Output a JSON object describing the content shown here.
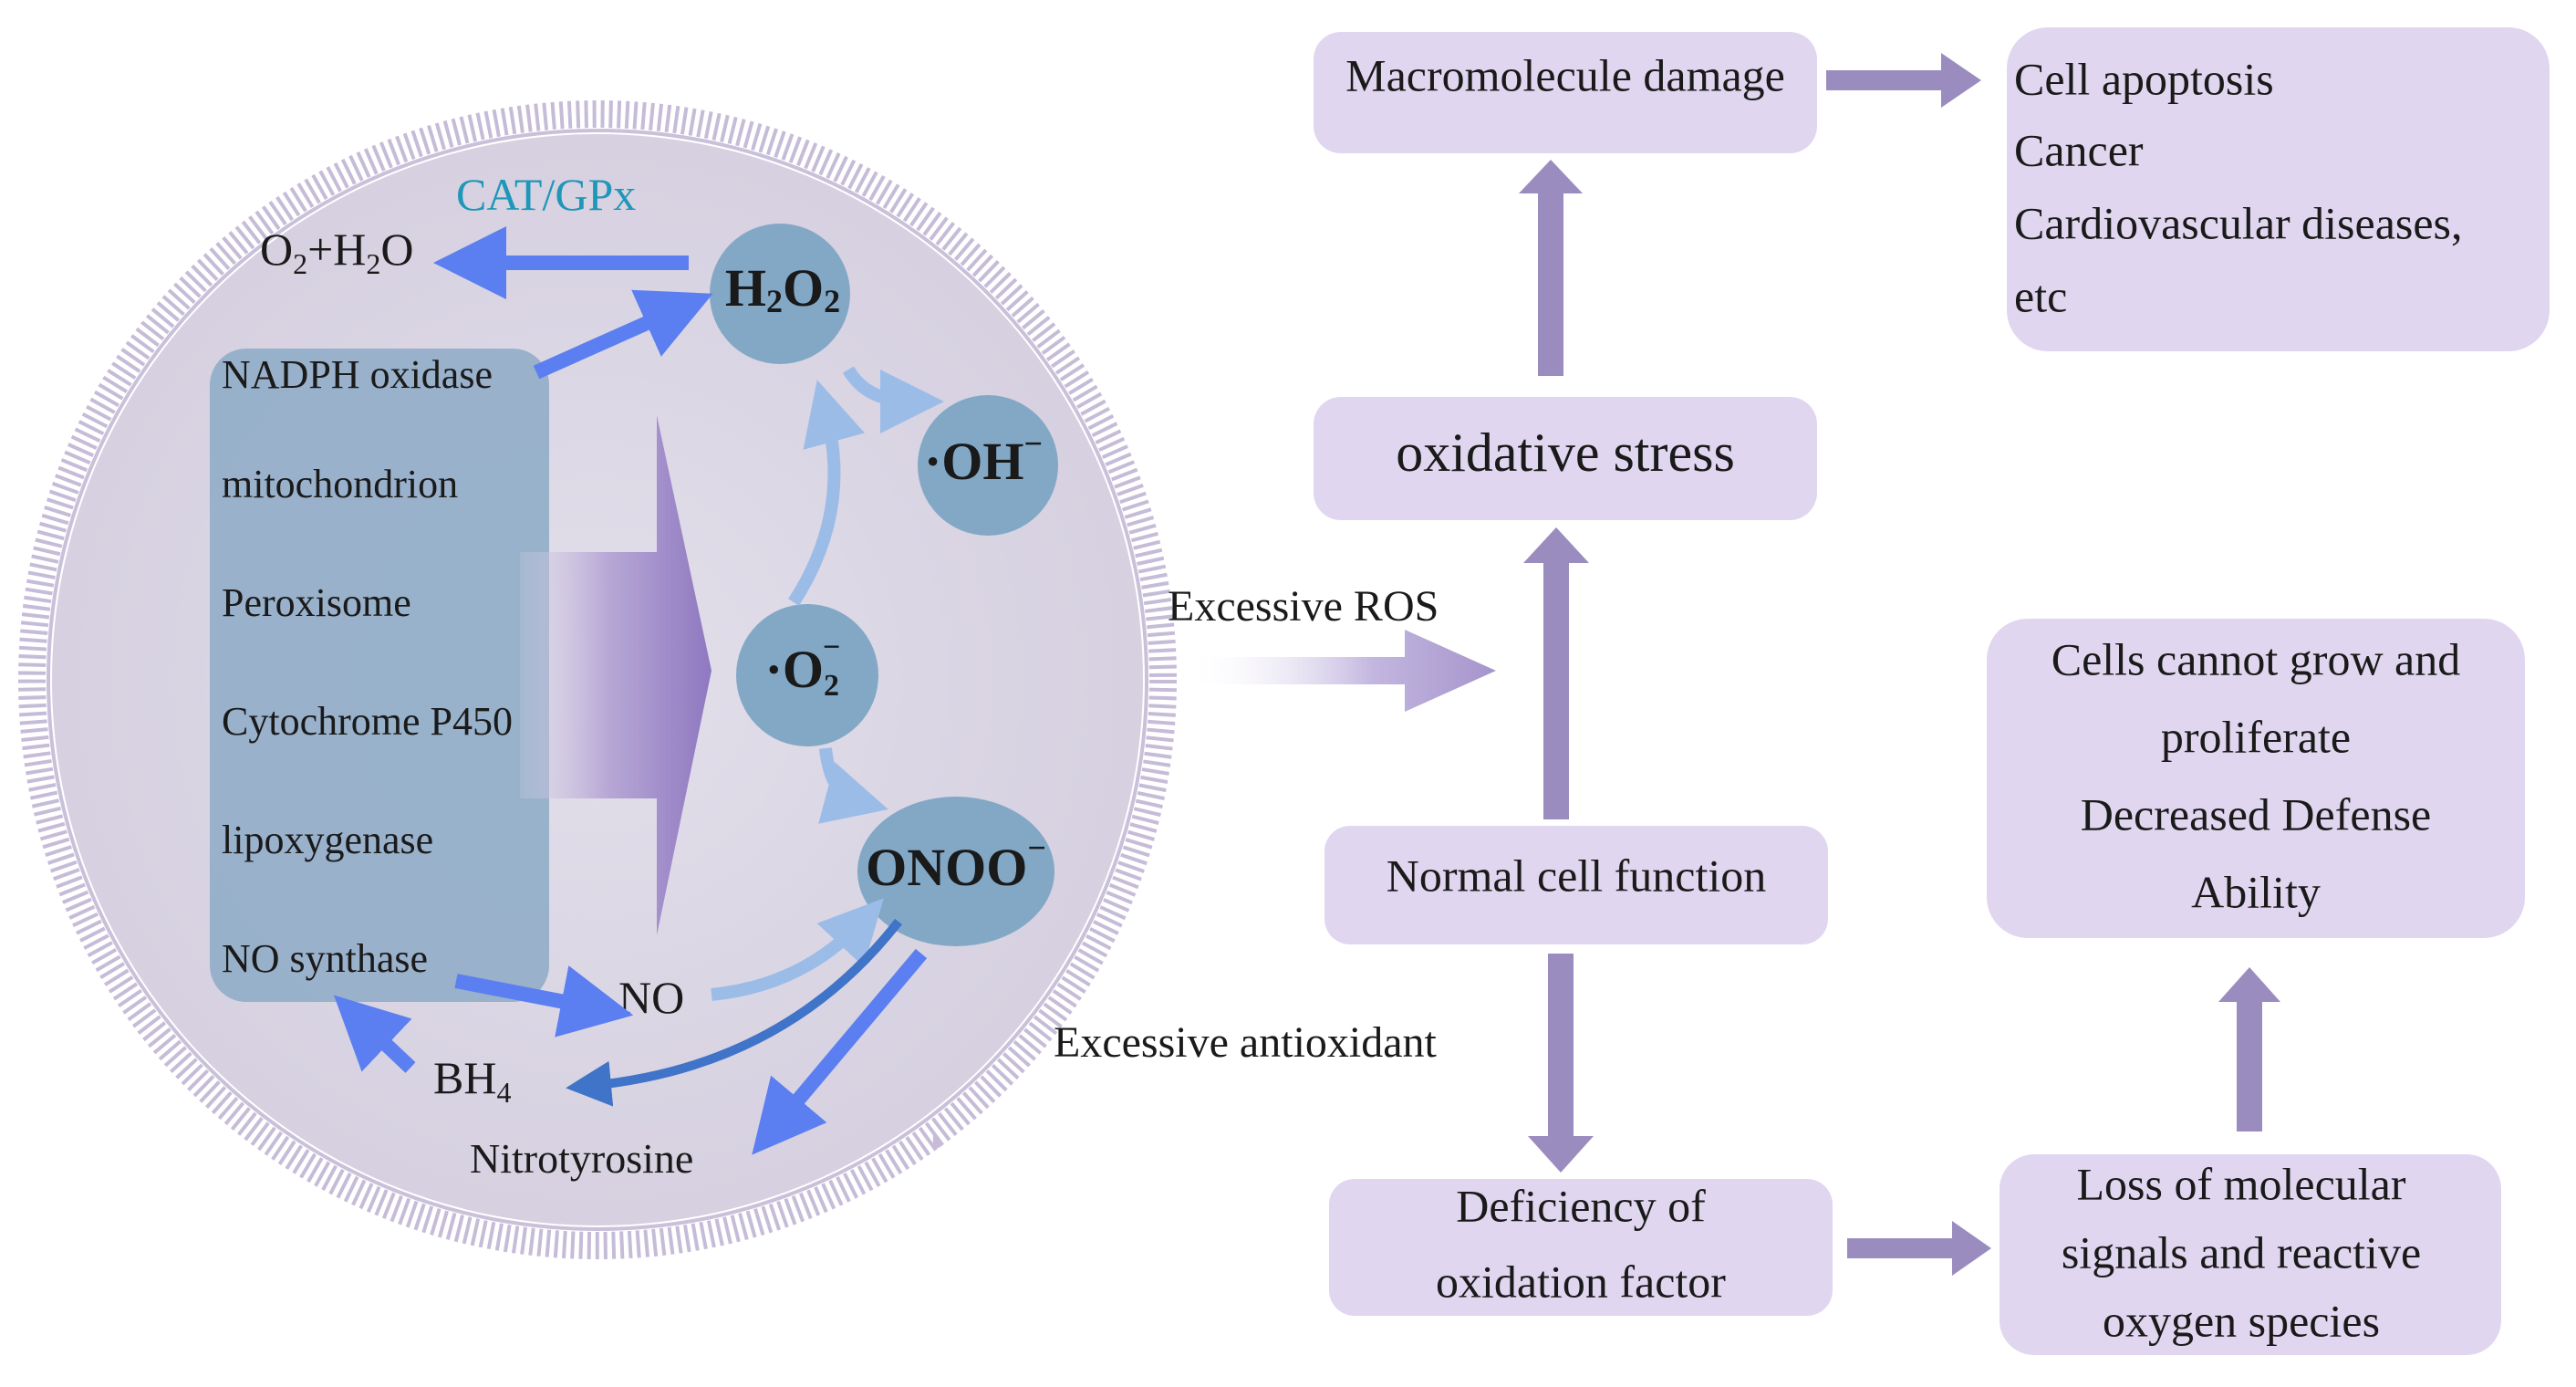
{
  "cell": {
    "enzyme": "CAT/GPx",
    "o2_h2o": {
      "o": "O",
      "two": "2",
      "plus_h": "+H",
      "two_b": "2",
      "o_end": "O"
    },
    "sources": [
      "NADPH oxidase",
      "mitochondrion",
      "Peroxisome",
      "Cytochrome P450",
      "lipoxygenase",
      "NO synthase"
    ],
    "h2o2": {
      "h": "H",
      "two": "2",
      "o": "O",
      "two_b": "2"
    },
    "oh": {
      "base": "·OH",
      "sup": "−"
    },
    "superoxide": {
      "base": "·O",
      "sub": "2",
      "sup": "−"
    },
    "onoo": {
      "base": "ONOO",
      "sup": "−"
    },
    "no": "NO",
    "bh4": {
      "base": "BH",
      "sub": "4"
    },
    "nitrotyrosine": "Nitrotyrosine"
  },
  "arrow_labels": {
    "excessive_ros": "Excessive ROS",
    "excessive_antioxidant": "Excessive antioxidant"
  },
  "boxes": {
    "macromolecule_damage": "Macromolecule damage",
    "outcomes": [
      "Cell apoptosis",
      "Cancer",
      "Cardiovascular diseases,",
      "etc"
    ],
    "oxidative_stress": "oxidative stress",
    "normal_cell_function": "Normal cell function",
    "deficiency": [
      "Deficiency of",
      "oxidation factor"
    ],
    "loss_signals": [
      "Loss of molecular",
      "signals and reactive",
      "oxygen species"
    ],
    "cells_cannot": [
      "Cells cannot grow and",
      "proliferate",
      "Decreased Defense",
      "Ability"
    ]
  },
  "colors": {
    "box_fill": "#e0d6ef",
    "arrow_purple": "#9b8cbf",
    "cell_fill": "#ddd8e6",
    "source_panel": "#91adc8",
    "molecule_fill": "#82a8c6",
    "blue_arrow": "#5b7ff0",
    "enzyme_text": "#1f97b8"
  }
}
